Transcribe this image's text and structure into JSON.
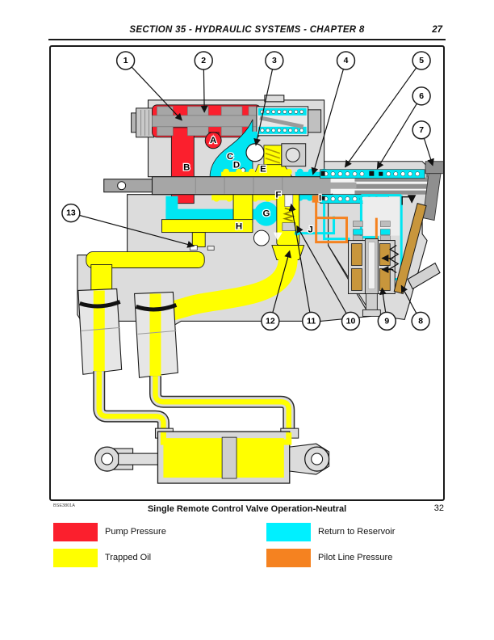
{
  "header": {
    "title": "SECTION 35 - HYDRAULIC SYSTEMS - CHAPTER 8",
    "page_number": "27"
  },
  "figure": {
    "image_code": "BSE3801A",
    "caption": "Single Remote Control Valve Operation-Neutral",
    "figure_number": "32",
    "callouts": [
      "1",
      "2",
      "3",
      "4",
      "5",
      "6",
      "7",
      "8",
      "9",
      "10",
      "11",
      "12",
      "13"
    ],
    "part_letters": [
      "A",
      "B",
      "C",
      "D",
      "E",
      "F",
      "G",
      "H",
      "I",
      "J"
    ]
  },
  "legend": {
    "items": [
      {
        "label": "Pump Pressure",
        "color": "#fb1f2d"
      },
      {
        "label": "Trapped Oil",
        "color": "#ffff00"
      },
      {
        "label": "Return to Reservoir",
        "color": "#00f0ff"
      },
      {
        "label": "Pilot Line Pressure",
        "color": "#f58220"
      }
    ]
  },
  "palette": {
    "pump": "#fb1f2d",
    "trapped": "#ffff00",
    "return": "#00e6f2",
    "pilot": "#f58220",
    "lever": "#c8963c"
  }
}
